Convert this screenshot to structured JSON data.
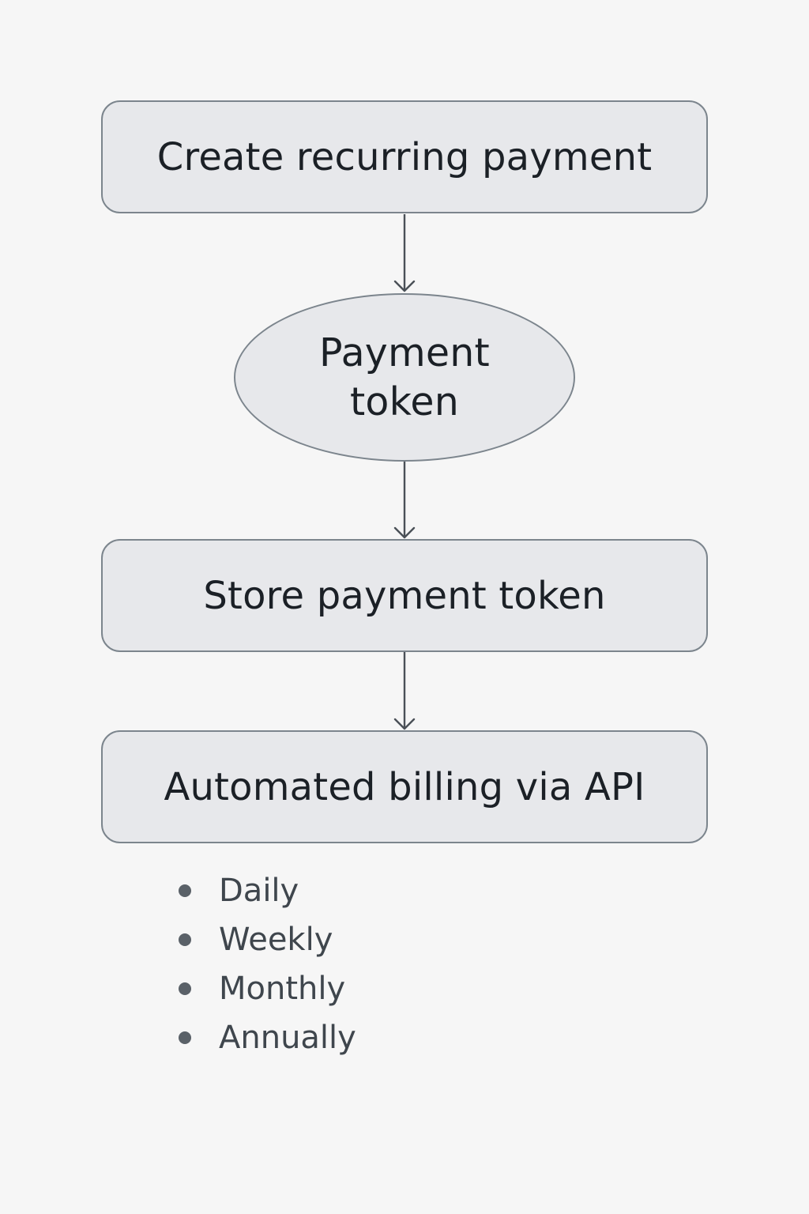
{
  "diagram": {
    "nodes": [
      {
        "id": "create",
        "shape": "rounded-rect",
        "label": "Create recurring payment"
      },
      {
        "id": "token",
        "shape": "ellipse",
        "label": "Payment token"
      },
      {
        "id": "store",
        "shape": "rounded-rect",
        "label": "Store payment token"
      },
      {
        "id": "billing",
        "shape": "rounded-rect",
        "label": "Automated billing via API"
      }
    ],
    "edges": [
      {
        "from": "create",
        "to": "token"
      },
      {
        "from": "token",
        "to": "store"
      },
      {
        "from": "store",
        "to": "billing"
      }
    ],
    "billing_frequencies": [
      "Daily",
      "Weekly",
      "Monthly",
      "Annually"
    ]
  },
  "colors": {
    "background": "#f6f6f6",
    "node_fill": "#e7e8eb",
    "node_border": "#7c858d",
    "text": "#1b2026",
    "arrow": "#4a5057",
    "list_text": "#3f464d"
  }
}
